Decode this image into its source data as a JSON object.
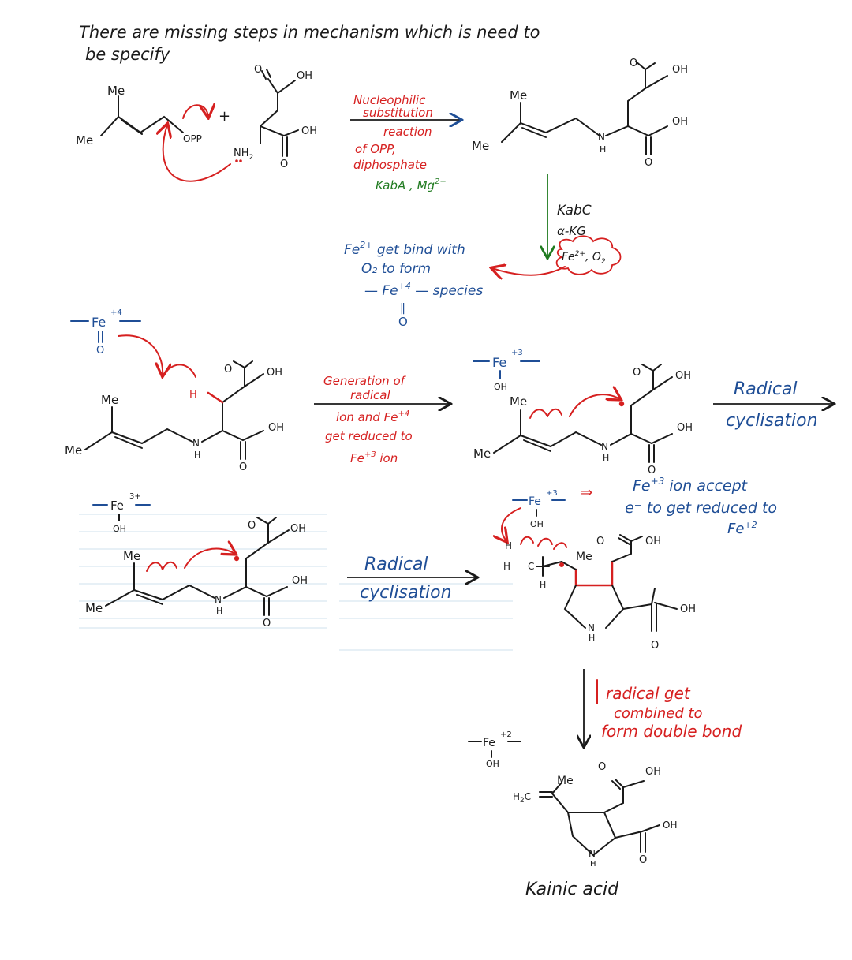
{
  "note": {
    "line1": "There are missing steps in mechanism which is need to",
    "line2": "be specify"
  },
  "labels": {
    "me": "Me",
    "opp": "OPP",
    "oh": "OH",
    "o": "O",
    "nh2": "NH",
    "nh2_sub": "2",
    "n": "N",
    "h": "H",
    "plus": "+",
    "fe": "Fe",
    "h2c": "H",
    "h2c_sub": "2",
    "h2c_c": "C",
    "c": "C"
  },
  "step1": {
    "line1": "Nucleophilic",
    "line2": "substitution",
    "line3": "reaction",
    "line4": "of OPP,",
    "line5": "diphosphate",
    "enzyme": "KabA , Mg",
    "enzyme_sup": "2+"
  },
  "step2": {
    "enzyme": "KabC",
    "cofactor": "α-KG",
    "cloud": "Fe",
    "cloud_sup": "2+",
    "cloud_rest": ", O",
    "cloud_sub": "2"
  },
  "fe_note": {
    "line1_a": "Fe",
    "line1_sup": "2+",
    "line1_b": " get bind with",
    "line2": "O₂ to form",
    "line3_a": "— Fe",
    "line3_sup": "+4",
    "line3_b": " — species",
    "line4": "‖",
    "line5": "O"
  },
  "ox": {
    "fe4": "+4",
    "fe3": "+3",
    "fe3b": "3+",
    "fe2": "+2"
  },
  "step3": {
    "line1": "Generation of",
    "line2": "radical",
    "line3_a": "ion and Fe",
    "line3_sup": "+4",
    "line4": "get reduced to",
    "line5_a": "Fe",
    "line5_sup": "+3",
    "line5_b": " ion"
  },
  "cyclisation": {
    "word1": "Radical",
    "word2": "cyclisation"
  },
  "fe_accept": {
    "line1_a": "⇒",
    "line1_b": "Fe",
    "line1_sup": "+3",
    "line1_c": " ion accept",
    "line2": "e⁻ to get reduced to",
    "line3_a": "Fe",
    "line3_sup": "+2"
  },
  "step5": {
    "line1": "radical get",
    "line2": "combined to",
    "line3": "form double bond"
  },
  "product": {
    "name": "Kainic acid"
  },
  "colors": {
    "black": "#1a1a1a",
    "blue": "#1f4e96",
    "red": "#d62020",
    "green": "#1f7a1f"
  }
}
